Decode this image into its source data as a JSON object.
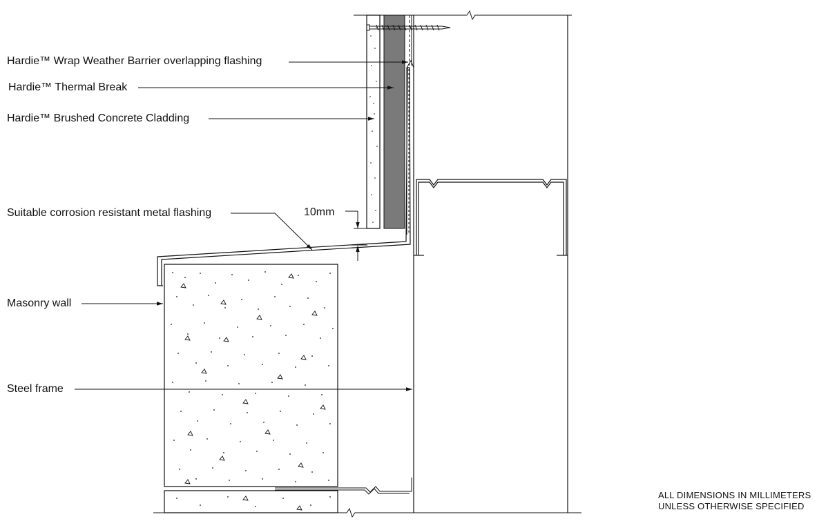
{
  "callouts": {
    "wrap_barrier": "Hardie™ Wrap Weather Barrier overlapping flashing",
    "thermal_break": "Hardie™ Thermal Break",
    "brushed_cladding": "Hardie™ Brushed Concrete Cladding",
    "metal_flashing": "Suitable corrosion resistant metal flashing",
    "masonry_wall": "Masonry wall",
    "steel_frame": "Steel frame"
  },
  "dimension": {
    "gap": "10mm"
  },
  "notes": {
    "line1": "ALL DIMENSIONS IN MILLIMETERS",
    "line2": "UNLESS OTHERWISE SPECIFIED"
  },
  "colors": {
    "line": "#111111",
    "thermal_break_fill": "#7a7a7a",
    "paper": "#ffffff"
  }
}
